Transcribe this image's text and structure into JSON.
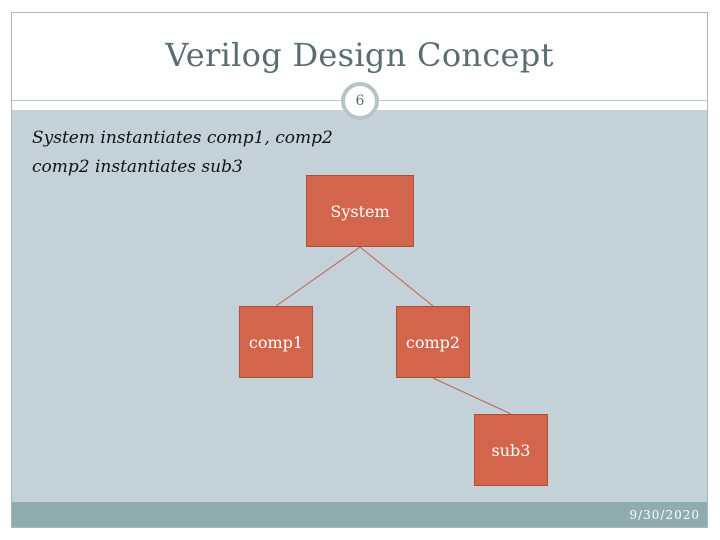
{
  "slide": {
    "title": "Verilog Design Concept",
    "number": "6",
    "date": "9/30/2020"
  },
  "bullets": [
    "System instantiates comp1, comp2",
    "comp2 instantiates sub3"
  ],
  "diagram": {
    "nodes": {
      "system": "System",
      "comp1": "comp1",
      "comp2": "comp2",
      "sub3": "sub3"
    },
    "edges": [
      [
        "system",
        "comp1"
      ],
      [
        "system",
        "comp2"
      ],
      [
        "comp2",
        "sub3"
      ]
    ],
    "colors": {
      "node_fill": "#d2654b",
      "edge": "#c0604a",
      "content_bg": "#c5d1d8",
      "footer_bar": "#8fadae"
    }
  }
}
